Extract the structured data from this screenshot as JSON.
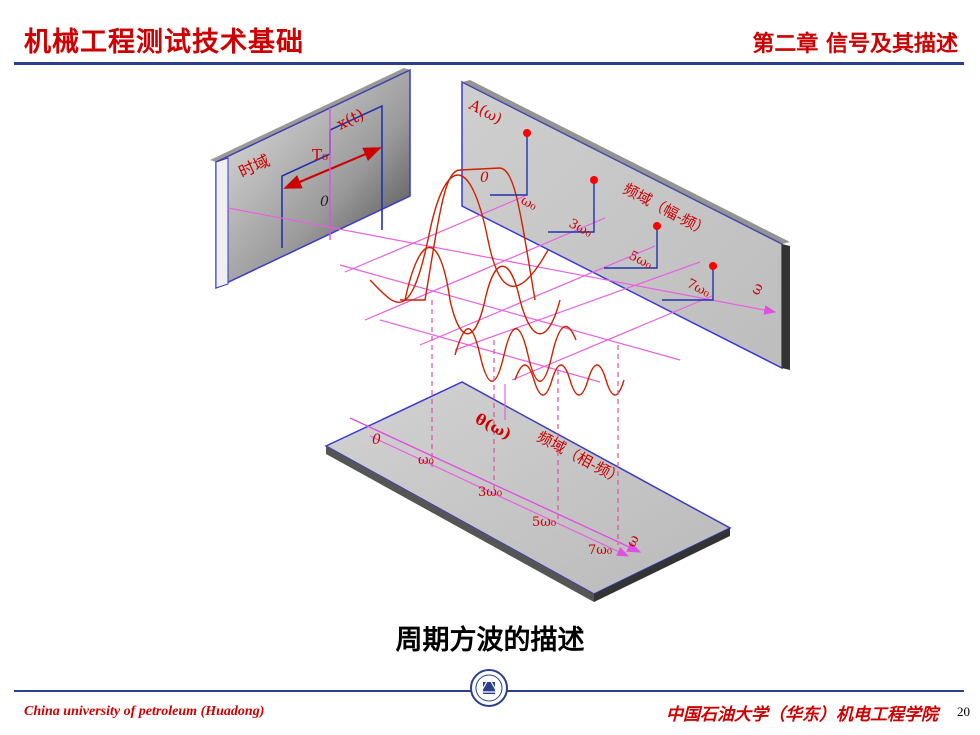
{
  "header": {
    "title_left": "机械工程测试技术基础",
    "title_right": "第二章 信号及其描述"
  },
  "diagram": {
    "time_domain_label": "时域",
    "signal_label": "x(t)",
    "period_label": "T₀",
    "origin_label": "0",
    "amp_axis_label": "A(ω)",
    "amp_domain_label": "频域（幅-频）",
    "phase_axis_label": "θ(ω)",
    "phase_domain_label": "频域（相-频）",
    "omega_label": "ω",
    "harmonic_labels": [
      "ω₀",
      "3ω₀",
      "5ω₀",
      "7ω₀"
    ],
    "colors": {
      "panel_edge": "#3a3acc",
      "axis": "#e050e0",
      "wave": "#cc2200",
      "spectral_line": "#2233aa",
      "dot": "#ff0000"
    }
  },
  "caption": "周期方波的描述",
  "footer": {
    "left": "China university of petroleum (Huadong)",
    "right": "中国石油大学（华东）机电工程学院",
    "page": "20"
  }
}
